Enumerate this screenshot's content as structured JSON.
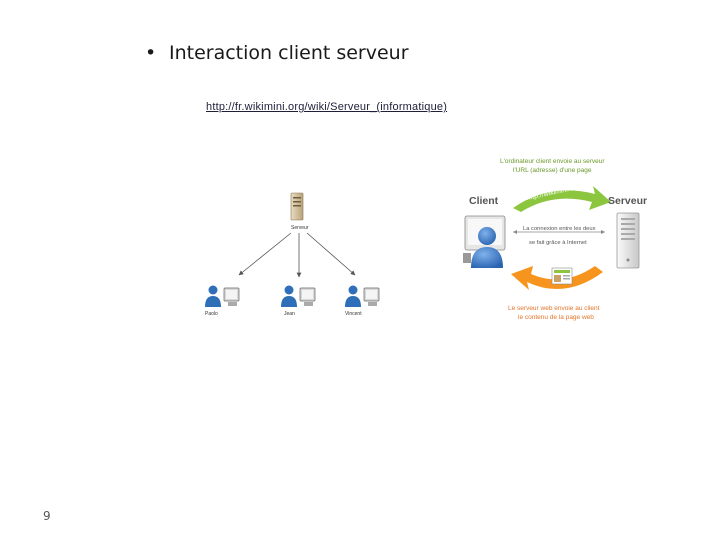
{
  "slide": {
    "bullet_text": "Interaction client serveur",
    "link_text": "http://fr.wikimini.org/wiki/Serveur_(informatique)",
    "page_number": "9"
  },
  "diagram_left": {
    "server_label": "Serveur",
    "client_labels": [
      "Paolo",
      "Jean",
      "Vincent"
    ]
  },
  "diagram_right": {
    "client_label": "Client",
    "server_label": "Serveur",
    "request_line1": "L'ordinateur client envoie au serveur",
    "request_line2": "l'URL (adresse) d'une page",
    "url_text": "http://wikimini.org",
    "connection_line1": "La connexion entre les deux",
    "connection_line2": "se fait grâce à Internet",
    "response_line1": "Le serveur web envoie au client",
    "response_line2": "le contenu de la page web"
  },
  "colors": {
    "green_arrow": "#8cc63f",
    "orange_arrow": "#f7941d",
    "person_blue": "#3a78c8"
  }
}
